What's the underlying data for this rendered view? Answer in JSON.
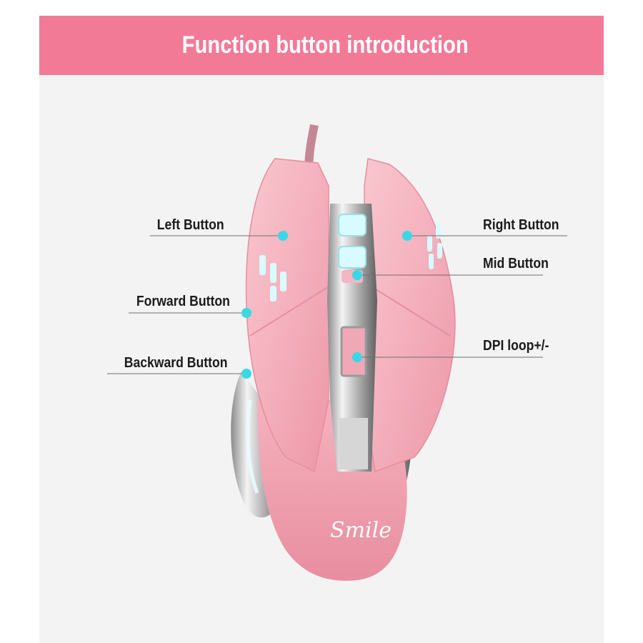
{
  "banner": {
    "title": "Function button introduction"
  },
  "brand": {
    "logo_text": "Smile"
  },
  "callouts": {
    "left_button": "Left Button",
    "forward_button": "Forward Button",
    "backward_button": "Backward Button",
    "right_button": "Right Button",
    "mid_button": "Mid Button",
    "dpi_loop": "DPI loop+/-"
  },
  "colors": {
    "banner": "#f27a97",
    "panel": "#f3f3f3",
    "shell_pink": "#f5b3bf",
    "callout_dot": "#39d8e6",
    "chrome": "#c9c9c9"
  }
}
